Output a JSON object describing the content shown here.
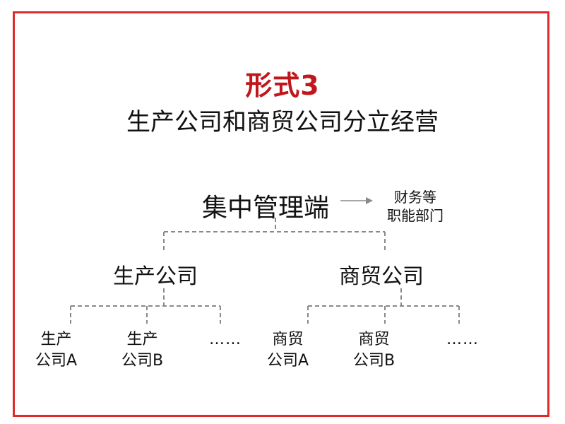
{
  "title": "形式3",
  "subtitle": "生产公司和商贸公司分立经营",
  "root": {
    "label": "集中管理端"
  },
  "side_dept": {
    "line1": "财务等",
    "line2": "职能部门"
  },
  "branches": [
    {
      "label": "生产公司",
      "leaves": [
        {
          "line1": "生产",
          "line2": "公司A"
        },
        {
          "line1": "生产",
          "line2": "公司B"
        }
      ],
      "more": "……"
    },
    {
      "label": "商贸公司",
      "leaves": [
        {
          "line1": "商贸",
          "line2": "公司A"
        },
        {
          "line1": "商贸",
          "line2": "公司B"
        }
      ],
      "more": "……"
    }
  ],
  "colors": {
    "title": "#c0171c",
    "frame": "#e02a2a",
    "connector": "#8a8a8a"
  }
}
